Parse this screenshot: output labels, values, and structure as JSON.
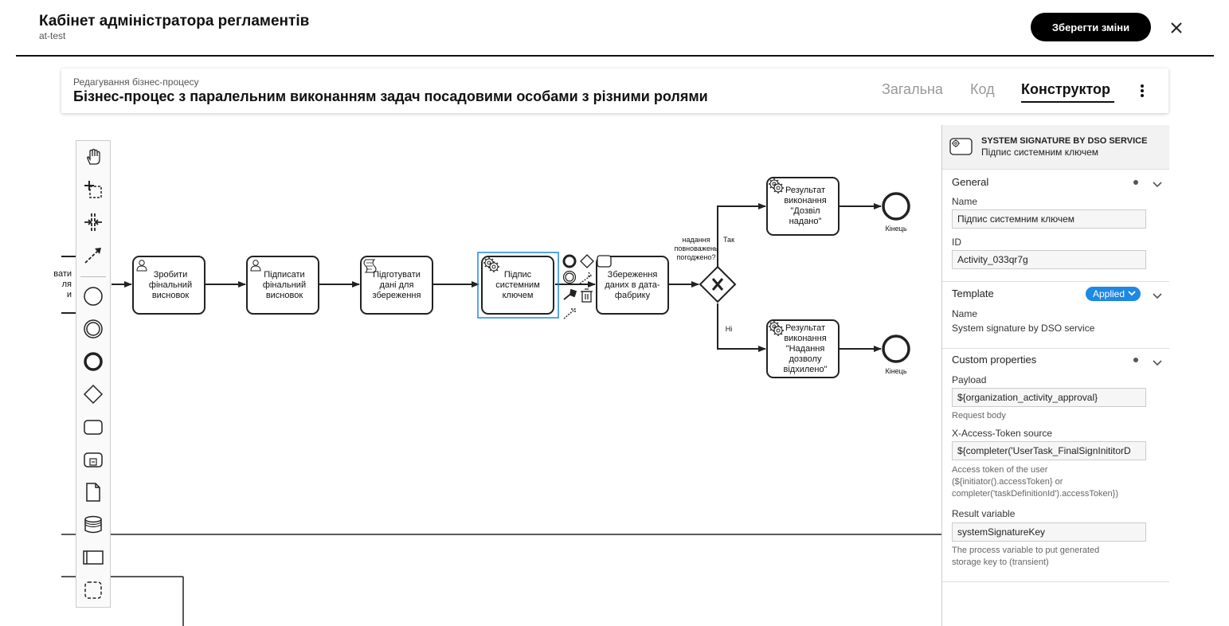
{
  "header": {
    "title": "Кабінет адміністратора регламентів",
    "subtitle": "at-test",
    "save_label": "Зберегти зміни"
  },
  "process": {
    "caption": "Редагування бізнес-процесу",
    "name": "Бізнес-процес з паралельним виконанням задач посадовими особами з різними ролями",
    "tabs": [
      {
        "label": "Загальна",
        "active": false
      },
      {
        "label": "Код",
        "active": false
      },
      {
        "label": "Конструктор",
        "active": true
      }
    ]
  },
  "diagram": {
    "partial_task_label": "вати\nля\nи",
    "tasks": [
      {
        "label": "Зробити\nфінальний\nвисновок",
        "kind": "user"
      },
      {
        "label": "Підписати\nфінальний\nвисновок",
        "kind": "user"
      },
      {
        "label": "Підготувати\nдані для\nзбереження",
        "kind": "script"
      },
      {
        "label": "Підпис\nсистемним\nключем",
        "kind": "service",
        "selected": true
      },
      {
        "label": "Збереження\nданих в дата-\nфабрику",
        "kind": "service"
      },
      {
        "label": "Результат\nвиконання\n\"Дозвіл\nнадано\"",
        "kind": "service"
      },
      {
        "label": "Результат\nвиконання\n\"Надання\nдозволу\nвідхилено\"",
        "kind": "service"
      }
    ],
    "gateway_label": "надання\nповноважень\nпогоджено?",
    "flow_yes": "Так",
    "flow_no": "Ні",
    "end_events": [
      "Кінець",
      "Кінець"
    ],
    "accent_color": "#1e88e5"
  },
  "palette": {
    "tools": [
      "hand-tool-icon",
      "lasso-tool-icon",
      "space-tool-icon",
      "connect-tool-icon",
      "start-event-icon",
      "intermediate-event-icon",
      "end-event-icon",
      "gateway-icon",
      "task-icon",
      "subprocess-icon",
      "data-object-icon",
      "data-store-icon",
      "pool-icon",
      "group-icon"
    ]
  },
  "properties": {
    "type": "SYSTEM SIGNATURE BY DSO SERVICE",
    "name": "Підпис системним ключем",
    "general": {
      "title": "General",
      "name_label": "Name",
      "name_value": "Підпис системним ключем",
      "id_label": "ID",
      "id_value": "Activity_033qr7g"
    },
    "template": {
      "title": "Template",
      "badge": "Applied",
      "name_label": "Name",
      "name_value": "System signature by DSO service"
    },
    "custom": {
      "title": "Custom properties",
      "payload_label": "Payload",
      "payload_value": "${organization_activity_approval}",
      "payload_desc": "Request body",
      "token_label": "X-Access-Token source",
      "token_value": "${completer('UserTask_FinalSignInititorD",
      "token_desc": "Access token of the user\n(${initiator().accessToken} or\ncompleter('taskDefinitionId').accessToken})",
      "result_label": "Result variable",
      "result_value": "systemSignatureKey",
      "result_desc": "The process variable to put generated\nstorage key to (transient)"
    }
  }
}
